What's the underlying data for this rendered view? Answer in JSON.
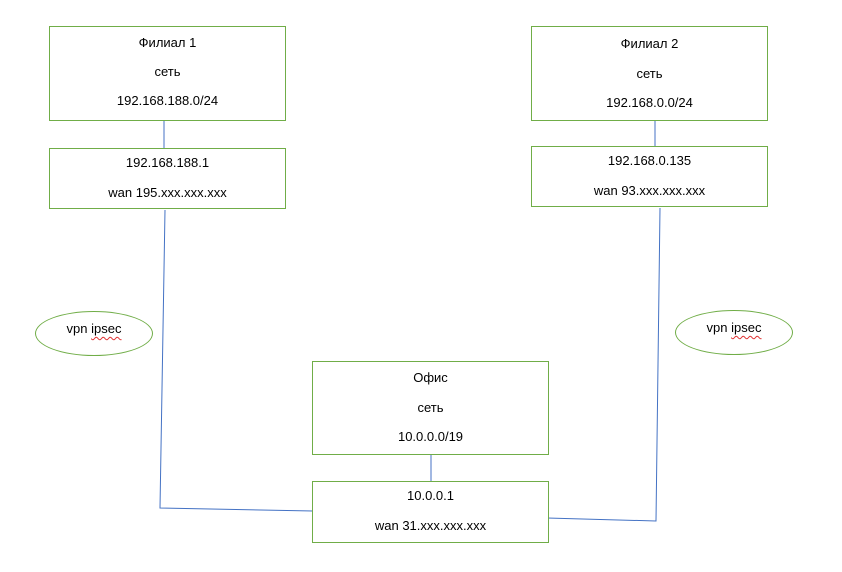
{
  "branch1": {
    "network": {
      "title": "Филиал 1",
      "subtitle": "сеть",
      "subnet": "192.168.188.0/24"
    },
    "router": {
      "ip": "192.168.188.1",
      "wan": "wan 195.xxx.xxx.xxx"
    }
  },
  "branch2": {
    "network": {
      "title": "Филиал 2",
      "subtitle": "сеть",
      "subnet": "192.168.0.0/24"
    },
    "router": {
      "ip": "192.168.0.135",
      "wan": "wan 93.xxx.xxx.xxx"
    }
  },
  "office": {
    "network": {
      "title": "Офис",
      "subtitle": "сеть",
      "subnet": "10.0.0.0/19"
    },
    "router": {
      "ip": "10.0.0.1",
      "wan": "wan 31.xxx.xxx.xxx"
    }
  },
  "tunnels": {
    "left": {
      "vpn": "vpn",
      "ipsec": "ipsec"
    },
    "right": {
      "vpn": "vpn",
      "ipsec": "ipsec"
    }
  },
  "colors": {
    "box_border": "#70ad47",
    "connector": "#4472c4",
    "spell_underline": "#e03030"
  }
}
